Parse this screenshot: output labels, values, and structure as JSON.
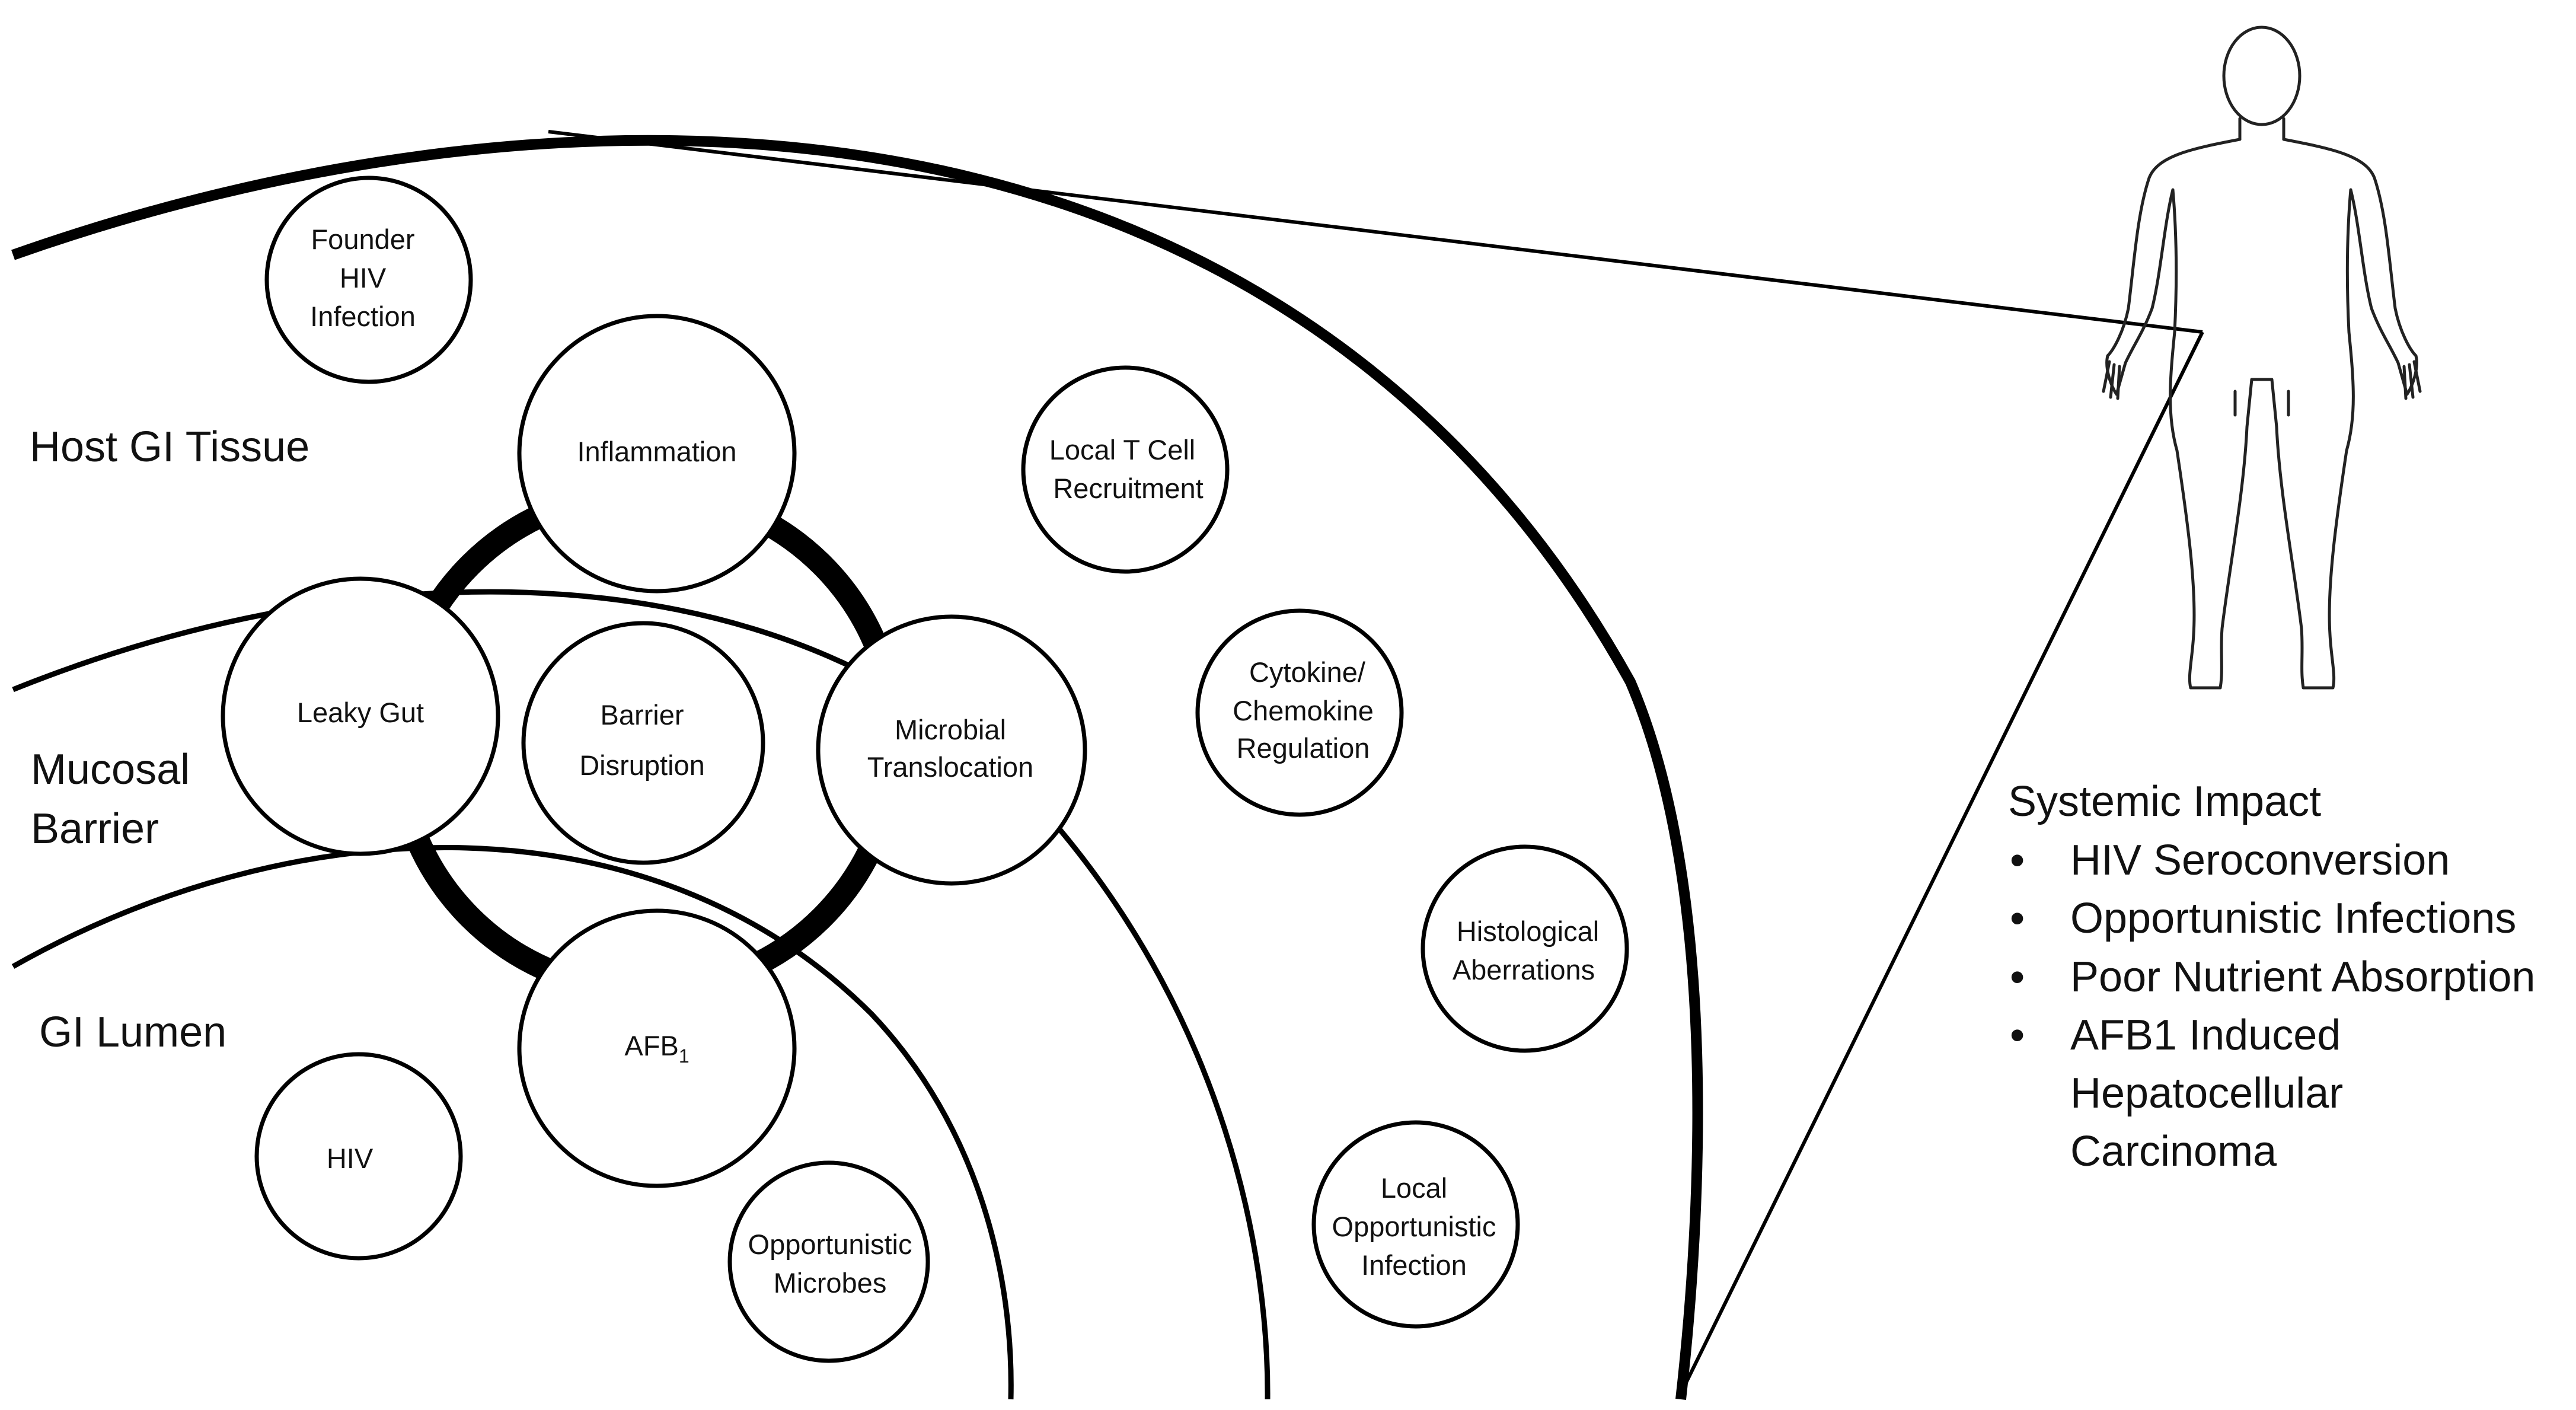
{
  "regions": {
    "host_gi_tissue": "Host GI Tissue",
    "mucosal_barrier_line1": "Mucosal",
    "mucosal_barrier_line2": "Barrier",
    "gi_lumen": "GI Lumen"
  },
  "nodes": {
    "founder_hiv": [
      "Founder",
      "HIV",
      "Infection"
    ],
    "inflammation": [
      "Inflammation"
    ],
    "local_t_cell": [
      "Local T Cell",
      "Recruitment"
    ],
    "leaky_gut": [
      "Leaky Gut"
    ],
    "barrier_disruption": [
      "Barrier",
      "Disruption"
    ],
    "microbial_translocation": [
      "Microbial",
      "Translocation"
    ],
    "cytokine": [
      "Cytokine/",
      "Chemokine",
      "Regulation"
    ],
    "histological": [
      "Histological",
      "Aberrations"
    ],
    "afb1": {
      "base": "AFB",
      "subscript": "1"
    },
    "hiv": [
      "HIV"
    ],
    "opportunistic_microbes": [
      "Opportunistic",
      "Microbes"
    ],
    "local_opportunistic": [
      "Local",
      "Opportunistic",
      "Infection"
    ]
  },
  "systemic_impact": {
    "title": "Systemic Impact",
    "bullet_glyph": "•",
    "items": [
      [
        "HIV Seroconversion"
      ],
      [
        "Opportunistic Infections"
      ],
      [
        "Poor Nutrient Absorption"
      ],
      [
        "AFB1 Induced",
        "Hepatocellular",
        "Carcinoma"
      ]
    ]
  },
  "icons": {
    "human_figure": "human-body-outline-icon"
  }
}
